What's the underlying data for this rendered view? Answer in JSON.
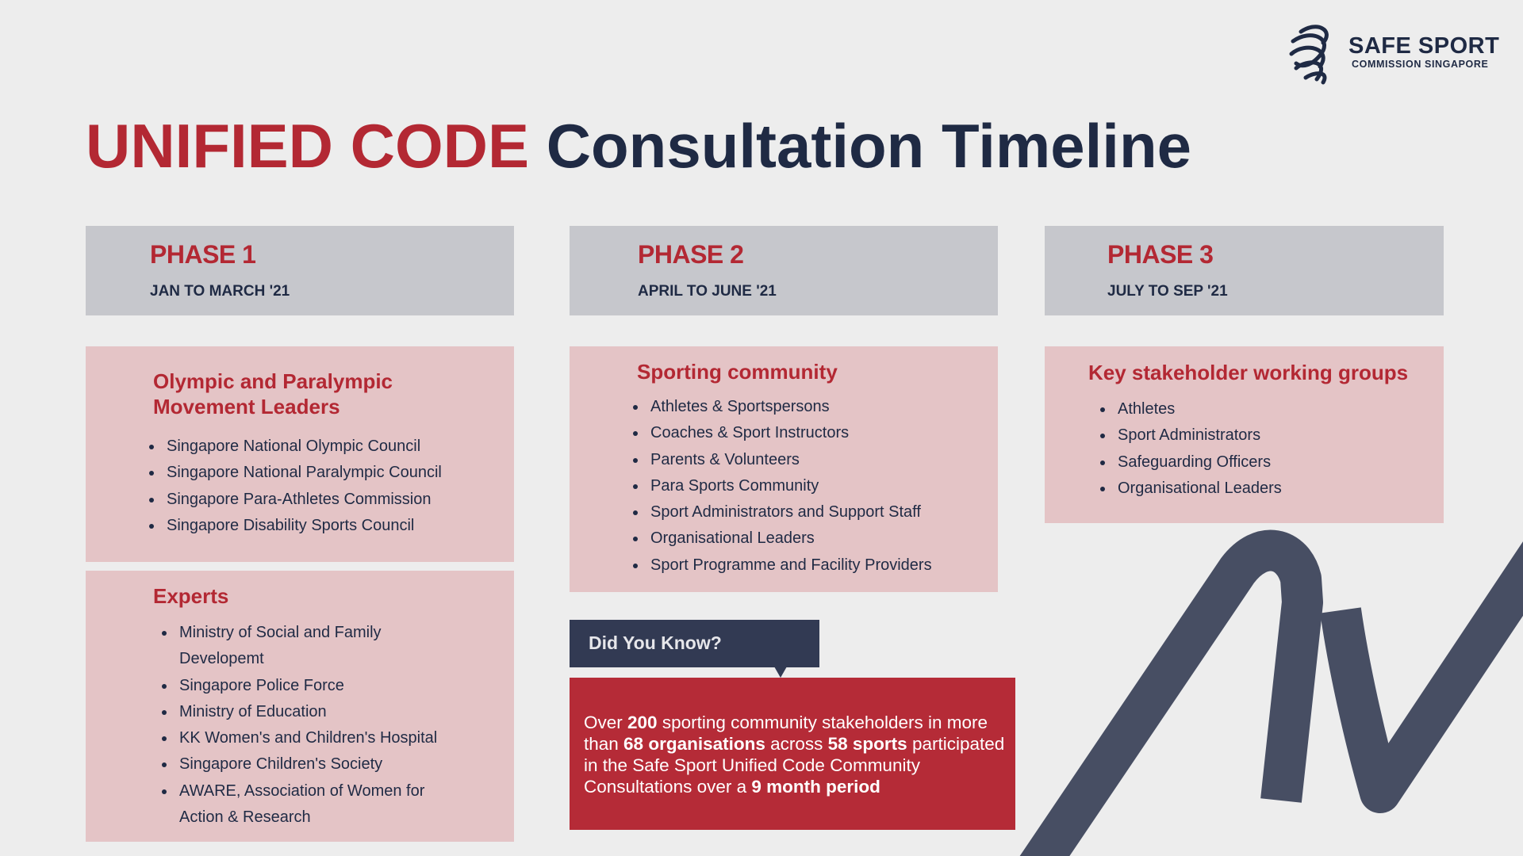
{
  "logo": {
    "title": "SAFE SPORT",
    "subtitle": "COMMISSION SINGAPORE",
    "icon": "safe-sport-swirl-icon"
  },
  "title": {
    "highlight": "UNIFIED CODE",
    "rest": "Consultation Timeline"
  },
  "phases": [
    {
      "title": "PHASE 1",
      "date": "JAN TO MARCH '21"
    },
    {
      "title": "PHASE 2",
      "date": "APRIL TO JUNE '21"
    },
    {
      "title": "PHASE 3",
      "date": "JULY TO SEP '21"
    }
  ],
  "groups": {
    "olympic": {
      "title_line1": "Olympic and Paralympic",
      "title_line2": "Movement Leaders",
      "items": [
        "Singapore National Olympic Council",
        "Singapore National Paralympic Council",
        "Singapore Para-Athletes Commission",
        "Singapore Disability Sports Council"
      ]
    },
    "experts": {
      "title": "Experts",
      "items": [
        "Ministry of Social and Family Developemt",
        "Singapore Police Force",
        "Ministry of Education",
        "KK Women's and Children's Hospital",
        "Singapore Children's Society",
        "AWARE, Association of Women for Action & Research"
      ]
    },
    "sporting": {
      "title": "Sporting community",
      "items": [
        "Athletes & Sportspersons",
        "Coaches & Sport Instructors",
        "Parents & Volunteers",
        "Para Sports Community",
        "Sport Administrators and Support Staff",
        "Organisational Leaders",
        "Sport Programme and Facility Providers"
      ]
    },
    "stakeholders": {
      "title": "Key stakeholder working groups",
      "items": [
        "Athletes",
        "Sport Administrators",
        "Safeguarding Officers",
        "Organisational Leaders"
      ]
    }
  },
  "did_you_know": {
    "label": "Did You Know?",
    "parts": [
      "Over ",
      "200",
      " sporting community stakeholders in more than ",
      "68 organisations",
      " across ",
      "58 sports",
      " participated in the Safe Sport Unified Code Community Consultations over a ",
      "9 month period"
    ]
  },
  "colors": {
    "red": "#b32833",
    "navy": "#1f2a44",
    "background": "#ededed",
    "phase_header": "#c6c7cc",
    "card": "#e4c4c6",
    "callout_header": "#323a53",
    "callout_box": "#b52b37",
    "swoosh": "#474e63"
  }
}
